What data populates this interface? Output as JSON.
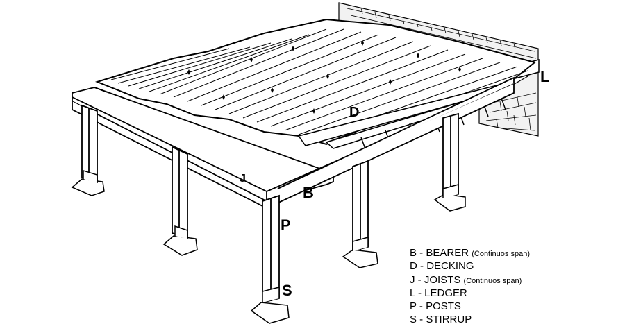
{
  "colors": {
    "background": "#ffffff",
    "ink": "#000000",
    "wall": "#f2f2f2"
  },
  "callouts": {
    "decking": "D",
    "ledger": "L",
    "joists": "J",
    "bearer": "B",
    "posts": "P",
    "stirrup": "S"
  },
  "legend": [
    {
      "code": "B",
      "name": "BEARER",
      "note": "(Continuos span)"
    },
    {
      "code": "D",
      "name": "DECKING",
      "note": ""
    },
    {
      "code": "J",
      "name": "JOISTS",
      "note": "(Continuos span)"
    },
    {
      "code": "L",
      "name": "LEDGER",
      "note": ""
    },
    {
      "code": "P",
      "name": "POSTS",
      "note": ""
    },
    {
      "code": "S",
      "name": "STIRRUP",
      "note": ""
    }
  ]
}
